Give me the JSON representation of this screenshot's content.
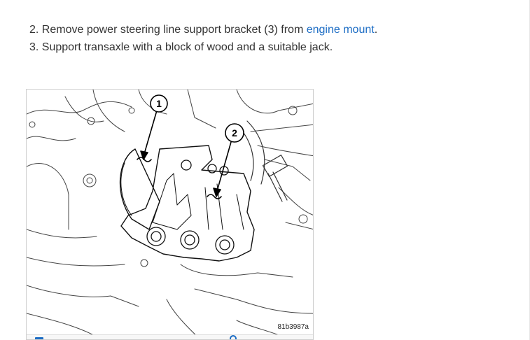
{
  "instructions": {
    "step2": {
      "text_before": "2. Remove power steering line support bracket (3) from ",
      "link": "engine mount",
      "text_after": "."
    },
    "step3": {
      "text": "3. Support transaxle with a block of wood and a suitable jack."
    }
  },
  "figure": {
    "callout_1": "1",
    "callout_2": "2",
    "figure_id": "81b3987a"
  },
  "colors": {
    "link": "#1b6cc4",
    "text": "#333333"
  }
}
